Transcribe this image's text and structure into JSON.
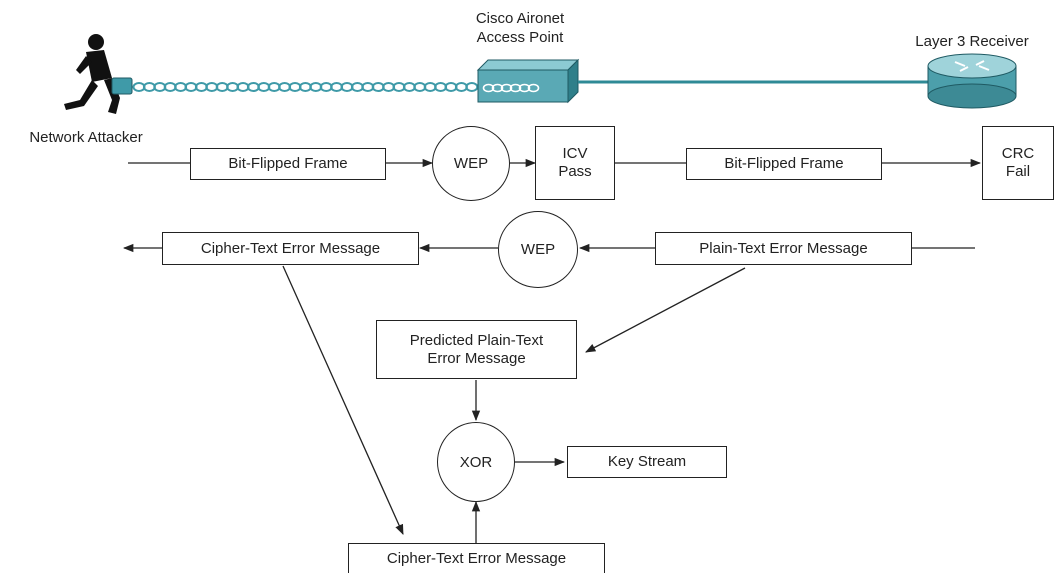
{
  "devices": {
    "attacker_label": "Network Attacker",
    "access_point_label": "Cisco Aironet\nAccess Point",
    "receiver_label": "Layer 3 Receiver"
  },
  "flow_row1": {
    "frame_in": "Bit-Flipped Frame",
    "wep": "WEP",
    "icv": "ICV\nPass",
    "frame_out": "Bit-Flipped Frame",
    "crc": "CRC\nFail"
  },
  "flow_row2": {
    "cipher_msg": "Cipher-Text Error Message",
    "wep": "WEP",
    "plain_msg": "Plain-Text Error Message"
  },
  "analysis": {
    "predicted": "Predicted Plain-Text\nError Message",
    "xor": "XOR",
    "key_stream": "Key Stream",
    "cipher_msg": "Cipher-Text Error Message"
  },
  "colors": {
    "wireless": "#3f9aa8",
    "link": "#2f8a96",
    "device_face": "#5aa9b5",
    "stroke": "#222222"
  }
}
